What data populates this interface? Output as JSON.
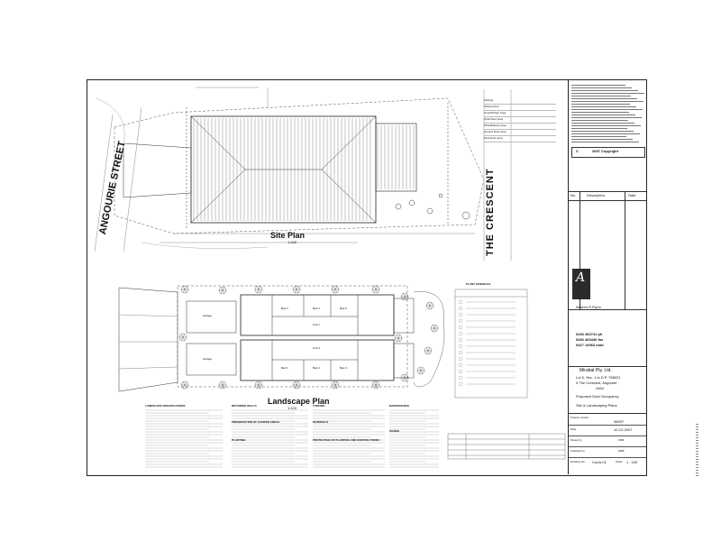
{
  "site_plan": {
    "street_left": "ANGOURIE STREET",
    "street_right": "THE CRESCENT",
    "label": "Site Plan",
    "scale": "1:100",
    "areas": [
      "Parking",
      "Shared Area",
      "Overall Floor Area",
      "Total Floor Area",
      "Total Balcony Area",
      "Ground Floor Area",
      "First Floor Area"
    ]
  },
  "landscape": {
    "label": "Landscape Plan",
    "scale": "1:100",
    "unit_labels": [
      "Bed 1",
      "Bed 2",
      "Bed 3",
      "Bed 1",
      "Bed 2",
      "Bed 3",
      "Garage",
      "Garage",
      "Unit 1",
      "Unit 2"
    ],
    "notes_headings": [
      "LANDSCAPE SPECIFICATIONS",
      "RETAINING WALLS",
      "PRESERVATION OF GARDEN AREAS",
      "TURFING",
      "PLANTING",
      "MATERIALS",
      "PROTECTION OF PLANTING AND EXISTING TREES",
      "MAINTENANCE",
      "PAVING"
    ],
    "schedule_heading": "PLANT SCHEDULE"
  },
  "title_block": {
    "copyright_code": "C",
    "copyright": "2007 Copyright",
    "revision_headers": [
      "No.",
      "Description",
      "Date"
    ],
    "designer_name": "Warren R Flynn",
    "designer_phone": "0266 462741 ph",
    "designer_fax": "0266 463446 fax",
    "designer_mobile": "0417 14063 mob",
    "client": "Mirabal Pty. Ltd.",
    "lot": "Lot 5, Sec. 1 in D.P. 758021",
    "address": "9 The Crescent, Angourie",
    "postcode": "2464",
    "project": "Proposed Dual Occupancy",
    "sheet_title": "Site & Landscaping Plans",
    "project_no_label": "Project number",
    "project_no": "06007",
    "date_label": "Date",
    "date": "10-12-2007",
    "drawn_label": "Drawn by",
    "drawn_by": "WRF",
    "checked_label": "Checked by",
    "checked_by": "WRF",
    "drawing_no_label": "Drawing No.",
    "drawing_no": "ConA-01",
    "scale_label": "Scale",
    "scale": "1 : 100"
  },
  "colors": {
    "line": "#333333",
    "hatch": "#555555",
    "tree": "#444444"
  }
}
